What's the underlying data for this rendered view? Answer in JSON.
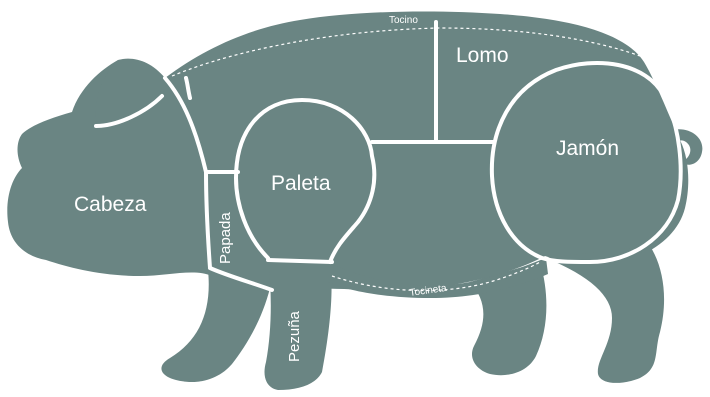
{
  "colors": {
    "pig_fill": "#6a8583",
    "divider": "#ffffff",
    "background": "#ffffff"
  },
  "labels": {
    "tocino": "Tocino",
    "lomo": "Lomo",
    "jamon": "Jamón",
    "paleta": "Paleta",
    "cabeza": "Cabeza",
    "papada": "Papada",
    "pezuna": "Pezuña",
    "tocineta": "Tocineta"
  }
}
